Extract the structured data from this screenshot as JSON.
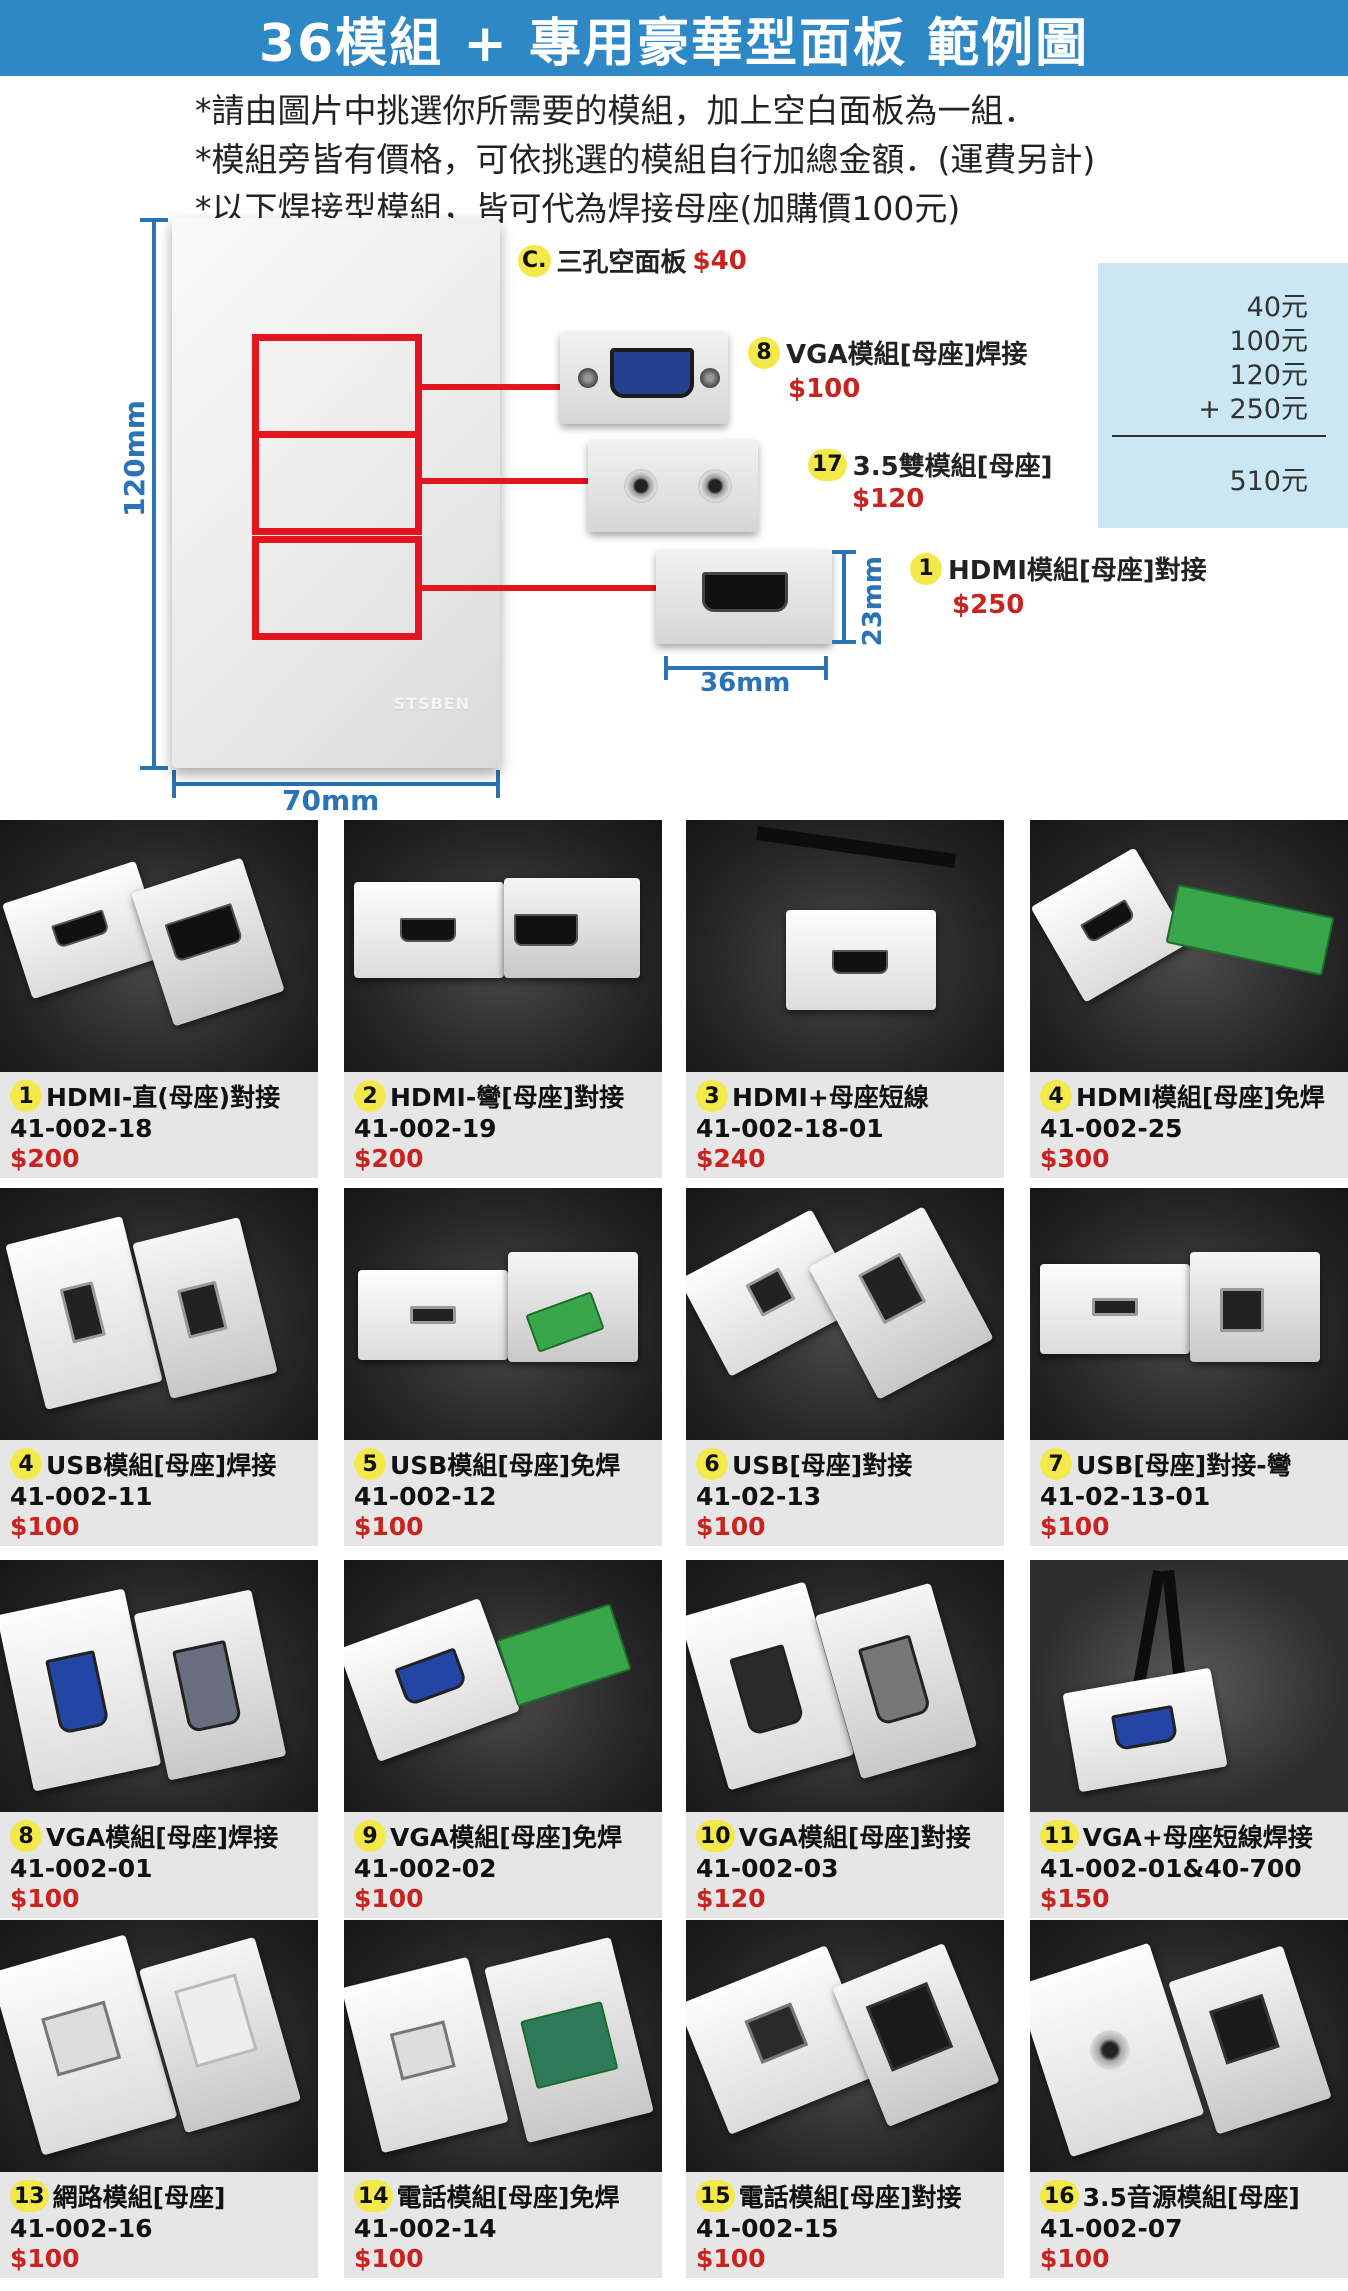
{
  "header": {
    "title": "36模組 + 專用豪華型面板 範例圖"
  },
  "notes": [
    "*請由圖片中挑選你所需要的模組，加上空白面板為一組．",
    "*模組旁皆有價格，可依挑選的模組自行加總金額．(運費另計)",
    "*以下焊接型模組，皆可代為焊接母座(加購價100元)"
  ],
  "diagram": {
    "panel_brand": "STSBEN",
    "panel_callout": {
      "badge": "C.",
      "label": "三孔空面板",
      "price": "$40"
    },
    "dim_height": "120mm",
    "dim_width": "70mm",
    "module_height": "23mm",
    "module_width": "36mm",
    "callouts": [
      {
        "badge": "8",
        "label": "VGA模組[母座]焊接",
        "price": "$100"
      },
      {
        "badge": "17",
        "label": "3.5雙模組[母座]",
        "price": "$120"
      },
      {
        "badge": "1",
        "label": "HDMI模組[母座]對接",
        "price": "$250"
      }
    ],
    "total": {
      "lines": [
        "40元",
        "100元",
        "120元",
        "+ 250元"
      ],
      "sum": "510元"
    }
  },
  "products": [
    {
      "badge": "1",
      "name": "HDMI-直(母座)對接",
      "code": "41-002-18",
      "price": "$200"
    },
    {
      "badge": "2",
      "name": "HDMI-彎[母座]對接",
      "code": "41-002-19",
      "price": "$200"
    },
    {
      "badge": "3",
      "name": "HDMI+母座短線",
      "code": "41-002-18-01",
      "price": "$240"
    },
    {
      "badge": "4",
      "name": "HDMI模組[母座]免焊",
      "code": "41-002-25",
      "price": "$300"
    },
    {
      "badge": "4",
      "name": "USB模組[母座]焊接",
      "code": "41-002-11",
      "price": "$100"
    },
    {
      "badge": "5",
      "name": "USB模組[母座]免焊",
      "code": "41-002-12",
      "price": "$100"
    },
    {
      "badge": "6",
      "name": "USB[母座]對接",
      "code": "41-02-13",
      "price": "$100"
    },
    {
      "badge": "7",
      "name": "USB[母座]對接-彎",
      "code": "41-02-13-01",
      "price": "$100"
    },
    {
      "badge": "8",
      "name": "VGA模組[母座]焊接",
      "code": "41-002-01",
      "price": "$100"
    },
    {
      "badge": "9",
      "name": "VGA模組[母座]免焊",
      "code": "41-002-02",
      "price": "$100"
    },
    {
      "badge": "10",
      "name": "VGA模組[母座]對接",
      "code": "41-002-03",
      "price": "$120"
    },
    {
      "badge": "11",
      "name": "VGA+母座短線焊接",
      "code": "41-002-01&40-700",
      "price": "$150"
    },
    {
      "badge": "13",
      "name": "網路模組[母座]",
      "code": "41-002-16",
      "price": "$100"
    },
    {
      "badge": "14",
      "name": "電話模組[母座]免焊",
      "code": "41-002-14",
      "price": "$100"
    },
    {
      "badge": "15",
      "name": "電話模組[母座]對接",
      "code": "41-002-15",
      "price": "$100"
    },
    {
      "badge": "16",
      "name": "3.5音源模組[母座]",
      "code": "41-002-07",
      "price": "$100"
    }
  ],
  "colors": {
    "banner": "#2f88c6",
    "price_red": "#c9231f",
    "badge_yellow": "#f3e94b",
    "dimension_blue": "#2a73b6",
    "connector_red": "#e3151e"
  }
}
